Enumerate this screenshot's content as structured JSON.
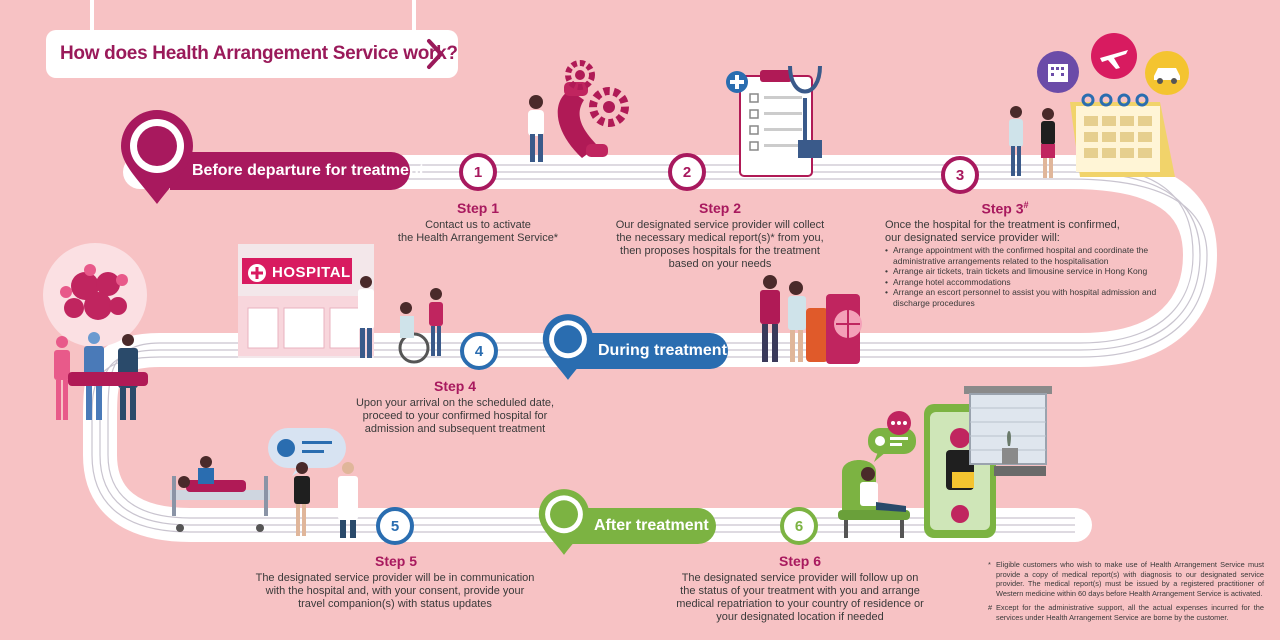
{
  "title": "How does Health Arrangement Service work?",
  "phases": {
    "before": "Before departure for treatment",
    "during": "During treatment",
    "after": "After treatment"
  },
  "hospital_sign": "HOSPITAL",
  "steps": [
    {
      "num": "1",
      "title": "Step 1",
      "desc": [
        "Contact us to activate",
        "the Health Arrangement Service*"
      ]
    },
    {
      "num": "2",
      "title": "Step 2",
      "desc": [
        "Our designated service provider will collect",
        "the necessary medical report(s)* from you,",
        "then proposes hospitals for the treatment",
        "based on your needs"
      ]
    },
    {
      "num": "3",
      "title": "Step 3",
      "title_mark": "#",
      "desc": [
        "Once the hospital for the treatment is confirmed,",
        "our designated service provider will:"
      ],
      "bullets": [
        "Arrange appointment with the confirmed hospital and coordinate the administrative arrangements related to the hospitalisation",
        "Arrange air tickets, train tickets and limousine service in Hong Kong",
        "Arrange hotel accommodations",
        "Arrange an escort personnel to assist you with hospital admission and discharge procedures"
      ]
    },
    {
      "num": "4",
      "title": "Step 4",
      "desc": [
        "Upon your arrival on the scheduled date,",
        "proceed to your confirmed hospital for",
        "admission and subsequent treatment"
      ]
    },
    {
      "num": "5",
      "title": "Step 5",
      "desc": [
        "The designated service provider will be in communication",
        "with the hospital and, with your consent, provide your",
        "travel companion(s) with status updates"
      ]
    },
    {
      "num": "6",
      "title": "Step 6",
      "desc": [
        "The designated service provider will follow up on",
        "the status of your treatment with you and arrange",
        "medical repatriation to your country of residence or",
        "your designated location if needed"
      ]
    }
  ],
  "notes": [
    {
      "mark": "*",
      "text": "Eligible customers who wish to make use of Health Arrangement Service must provide a copy of medical report(s) with diagnosis to our designated service provider. The medical report(s) must be issued by a registered practitioner of Western medicine within 60 days before Health Arrangement Service is activated."
    },
    {
      "mark": "#",
      "text": "Except for the administrative support, all the actual expenses incurred for the services under Health Arrangement Service are borne by the customer."
    }
  ],
  "colors": {
    "background": "#f7c2c4",
    "before": "#a8195e",
    "during": "#2a6db0",
    "after": "#7cb342",
    "road": "#ffffff",
    "road_line": "#c9c4cf"
  },
  "icons": [
    "chevron-right-icon",
    "map-pin-icon",
    "phone-icon",
    "gear-icon",
    "clipboard-icon",
    "stethoscope-icon",
    "calendar-icon",
    "hotel-icon",
    "plane-icon",
    "car-icon",
    "hospital-building-icon",
    "wheelchair-icon",
    "luggage-icon",
    "passport-icon",
    "virus-icon",
    "surgery-icon",
    "hospital-bed-icon",
    "chat-bubble-icon",
    "smartphone-icon",
    "armchair-icon",
    "window-icon"
  ]
}
